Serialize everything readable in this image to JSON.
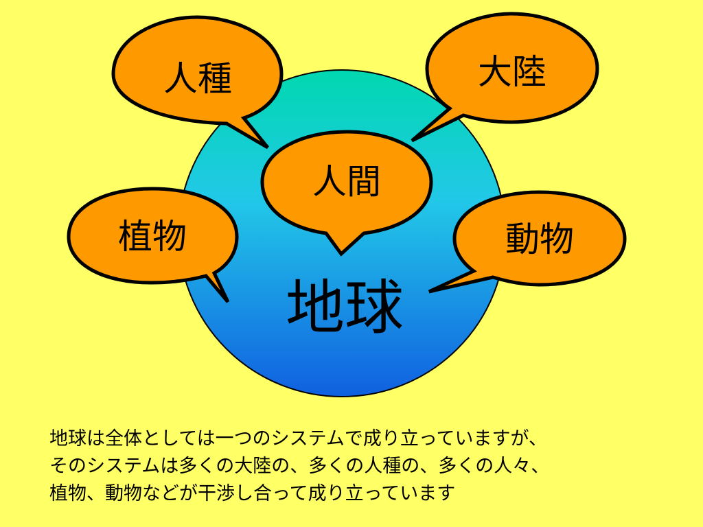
{
  "colors": {
    "background": "#FFFF66",
    "bubble_fill": "#FF9900",
    "bubble_stroke": "#000000",
    "globe_top": "#00D8B0",
    "globe_mid": "#22C8E8",
    "globe_bottom": "#1060E0"
  },
  "center": {
    "label": "地球"
  },
  "bubbles": [
    {
      "id": "race",
      "label": "人種"
    },
    {
      "id": "continent",
      "label": "大陸"
    },
    {
      "id": "human",
      "label": "人間"
    },
    {
      "id": "plant",
      "label": "植物"
    },
    {
      "id": "animal",
      "label": "動物"
    }
  ],
  "caption": {
    "lines": [
      "地球は全体としては一つのシステムで成り立っていますが、",
      "そのシステムは多くの大陸の、多くの人種の、多くの人々、",
      "植物、動物などが干渉し合って成り立っています"
    ]
  }
}
